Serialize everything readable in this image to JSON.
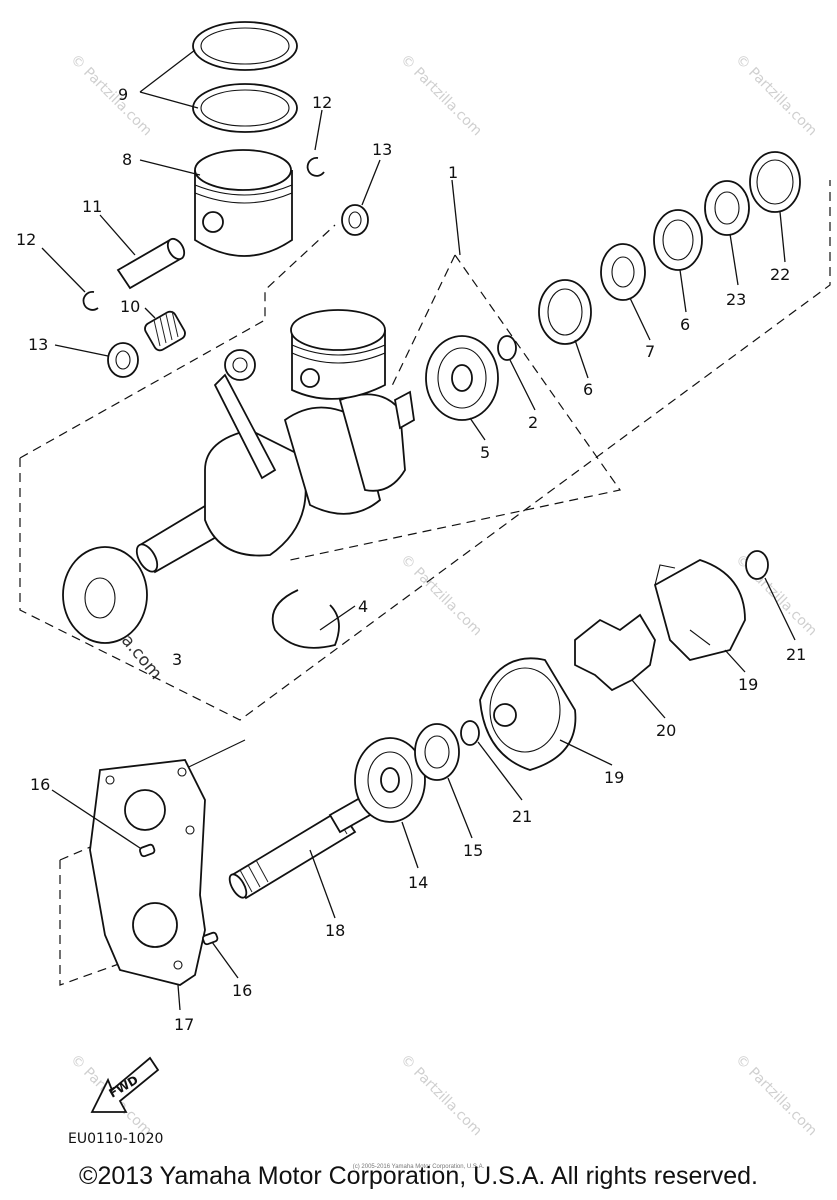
{
  "callouts": {
    "c1": "1",
    "c2": "2",
    "c3": "3",
    "c4": "4",
    "c5": "5",
    "c6a": "6",
    "c6b": "6",
    "c7": "7",
    "c8": "8",
    "c9": "9",
    "c10": "10",
    "c11": "11",
    "c12a": "12",
    "c12b": "12",
    "c13a": "13",
    "c13b": "13",
    "c14": "14",
    "c15": "15",
    "c16a": "16",
    "c16b": "16",
    "c17": "17",
    "c18": "18",
    "c19a": "19",
    "c19b": "19",
    "c20": "20",
    "c21a": "21",
    "c21b": "21",
    "c22": "22",
    "c23": "23"
  },
  "fwd_label": "FWD",
  "figure_code": "EU0110-1020",
  "watermark": "© Partzilla.com",
  "tiny_copyright": "(c) 2005-2016 Yamaha Motor Corporation, U.S.A.",
  "copyright": "©2013 Yamaha Motor Corporation, U.S.A. All rights reserved."
}
